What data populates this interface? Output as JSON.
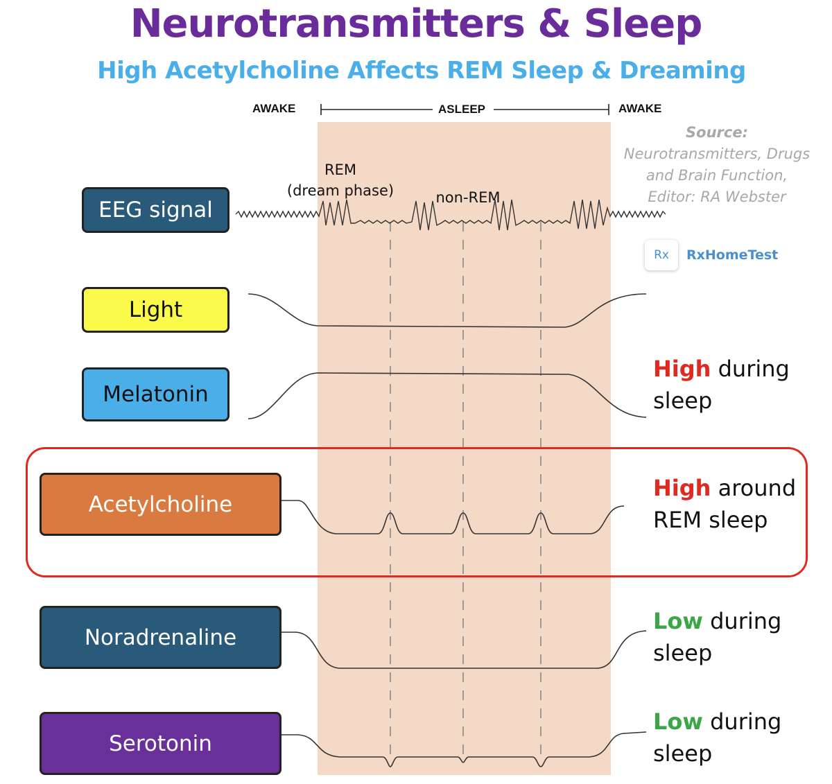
{
  "title": "Neurotransmitters & Sleep",
  "subtitle": "High Acetylcholine Affects REM Sleep & Dreaming",
  "timeline": {
    "awake_left": "AWAKE",
    "asleep": "ASLEEP",
    "awake_right": "AWAKE"
  },
  "annotations": {
    "rem_line1": "REM",
    "rem_line2": "(dream phase)",
    "non_rem": "non-REM"
  },
  "source": {
    "heading": "Source:",
    "lines": [
      "Neurotransmitters, Drugs",
      "and Brain Function,",
      "Editor: RA Webster"
    ]
  },
  "logo": {
    "badge": "Rx",
    "name": "RxHomeTest"
  },
  "rows": [
    {
      "id": "eeg",
      "label": "EEG signal",
      "color": "#2a5a7a",
      "text_color": "#ffffff"
    },
    {
      "id": "light",
      "label": "Light",
      "color": "#fafa4a",
      "text_color": "#111111"
    },
    {
      "id": "melatonin",
      "label": "Melatonin",
      "color": "#4aaee8",
      "text_color": "#111111",
      "note": {
        "emph": "High",
        "rest1": " during",
        "line2": "sleep"
      }
    },
    {
      "id": "acetylcholine",
      "label": "Acetylcholine",
      "color": "#d97a40",
      "text_color": "#ffffff",
      "note": {
        "emph": "High",
        "rest1": " around",
        "line2": "REM sleep"
      }
    },
    {
      "id": "noradrenaline",
      "label": "Noradrenaline",
      "color": "#2a5a7a",
      "text_color": "#ffffff",
      "note": {
        "emph": "Low",
        "rest1": " during",
        "line2": "sleep"
      }
    },
    {
      "id": "serotonin",
      "label": "Serotonin",
      "color": "#6a309a",
      "text_color": "#ffffff",
      "note": {
        "emph": "Low",
        "rest1": " during",
        "line2": "sleep"
      }
    }
  ],
  "colors": {
    "title": "#6a2c9a",
    "subtitle": "#4aaee8",
    "sleep_band": "#f5d9c7",
    "highlight_border": "#e02a20",
    "high": "#e02a20",
    "low": "#3aa645"
  }
}
